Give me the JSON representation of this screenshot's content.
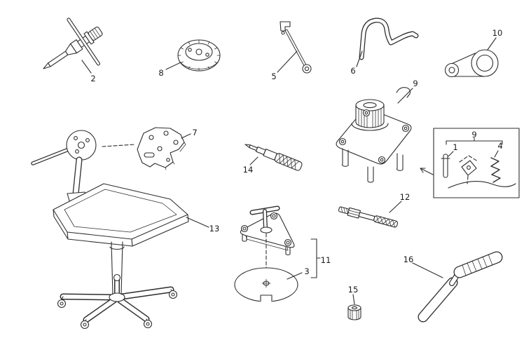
{
  "palette": {
    "background": "#ffffff",
    "ink": "#2e2e2e",
    "label": "#1a1a1a"
  },
  "callouts": {
    "c1": "1",
    "c2": "2",
    "c3": "3",
    "c4": "4",
    "c5": "5",
    "c6": "6",
    "c7": "7",
    "c8": "8",
    "c9_main": "9",
    "c9_inset": "9",
    "c10": "10",
    "c11": "11",
    "c12": "12",
    "c13": "13",
    "c14": "14",
    "c15": "15",
    "c16": "16"
  }
}
